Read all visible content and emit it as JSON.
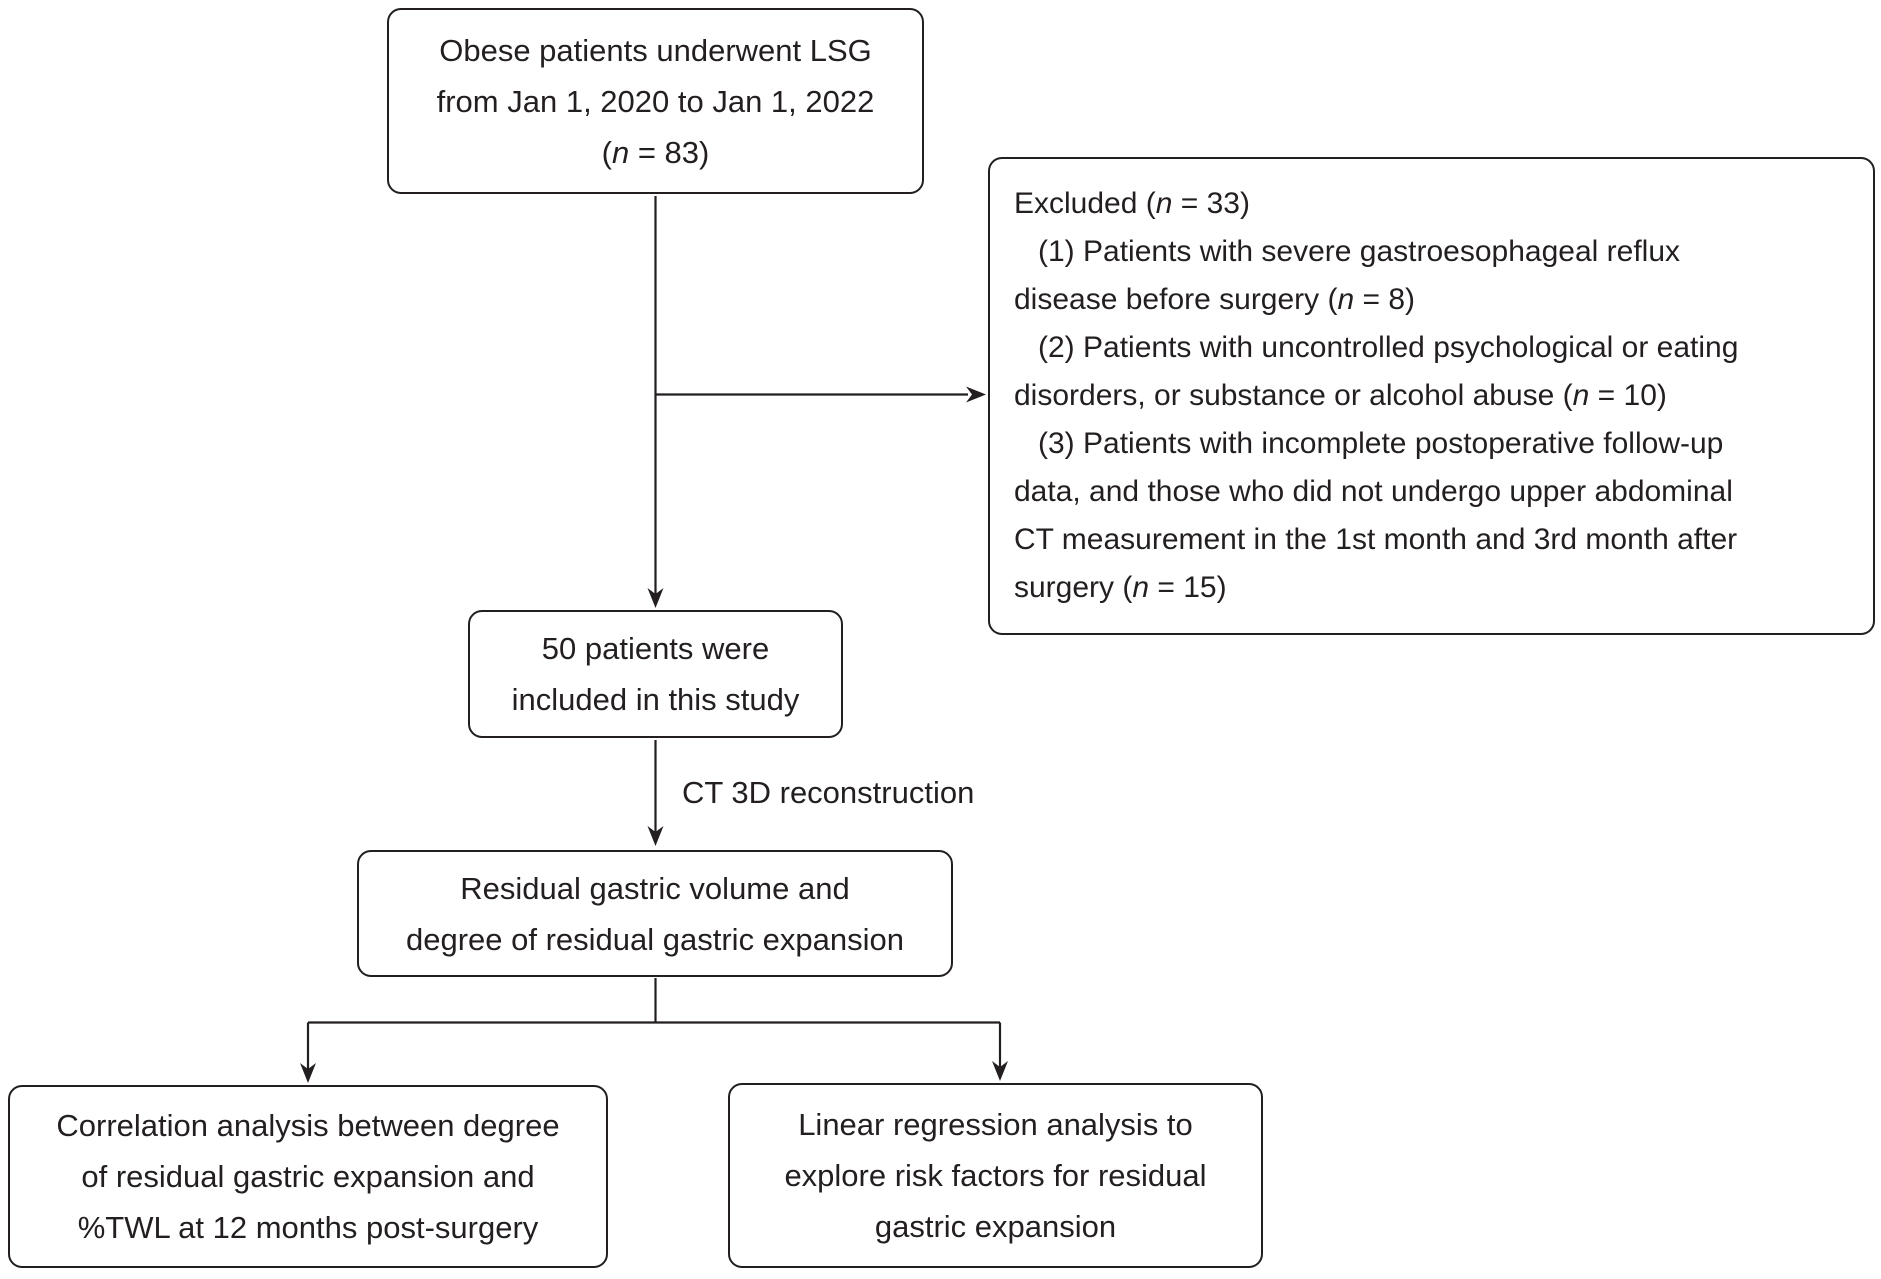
{
  "figure": {
    "type": "flowchart",
    "background": "#ffffff",
    "line_color": "#231f20",
    "text_color": "#231f20",
    "boxes": {
      "enrollment": {
        "lines": [
          "Obese patients underwent LSG",
          "from Jan 1, 2020 to Jan 1, 2022",
          "(*n* = 83)"
        ]
      },
      "excluded": {
        "lines": [
          {
            "text": "Excluded (*n* = 33)",
            "indent": false
          },
          {
            "text": "(1) Patients with severe gastroesophageal reflux",
            "indent": true
          },
          {
            "text": "disease before surgery (*n* = 8)",
            "indent": false
          },
          {
            "text": "(2) Patients with uncontrolled psychological or eating",
            "indent": true
          },
          {
            "text": "disorders, or substance or alcohol abuse (*n* = 10)",
            "indent": false
          },
          {
            "text": "(3) Patients with incomplete postoperative follow-up",
            "indent": true
          },
          {
            "text": "data, and those who did not undergo upper abdominal",
            "indent": false
          },
          {
            "text": "CT measurement in the 1st month and 3rd month after",
            "indent": false
          },
          {
            "text": "surgery (*n* = 15)",
            "indent": false
          }
        ]
      },
      "included": {
        "lines": [
          "50 patients were",
          "included in this study"
        ]
      },
      "outcome": {
        "lines": [
          "Residual gastric volume and",
          "degree of residual gastric expansion"
        ]
      },
      "correlation": {
        "lines": [
          "Correlation analysis between degree",
          "of residual gastric expansion and",
          "%TWL at 12 months post-surgery"
        ]
      },
      "regression": {
        "lines": [
          "Linear regression analysis to",
          "explore risk factors for residual",
          "gastric expansion"
        ]
      }
    },
    "edge_labels": {
      "ct_reconstruction": "CT 3D reconstruction"
    }
  }
}
